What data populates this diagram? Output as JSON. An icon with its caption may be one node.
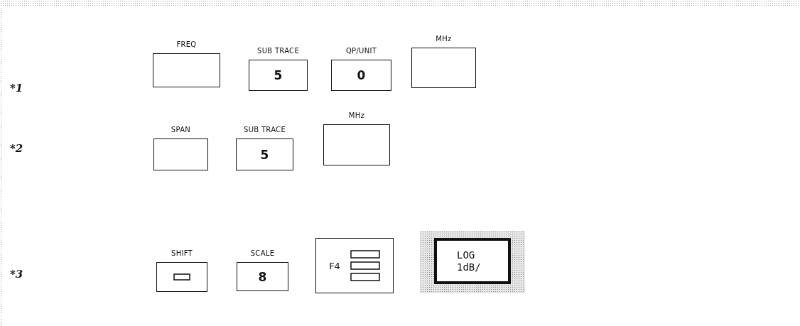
{
  "diagram": {
    "nodes": [
      {
        "text": [
          "FREQ"
        ]
      },
      {
        "text": [
          "SUB TRACE",
          "5"
        ]
      },
      {
        "text": [
          "QP/UNIT",
          "0"
        ]
      },
      {
        "text": [
          "MHz"
        ]
      },
      {
        "text": [
          "SPAN"
        ]
      },
      {
        "text": [
          "SUB TRACE",
          "5"
        ]
      },
      {
        "text": [
          "MHz"
        ]
      },
      {
        "text": [
          "SHIFT"
        ]
      },
      {
        "text": [
          "SCALE",
          "8"
        ]
      },
      {
        "text": [
          "F4"
        ]
      },
      {
        "text": [
          "LOG 1dB/"
        ]
      }
    ],
    "edges": [],
    "labels": [
      "*1",
      "*2",
      "*3"
    ]
  }
}
